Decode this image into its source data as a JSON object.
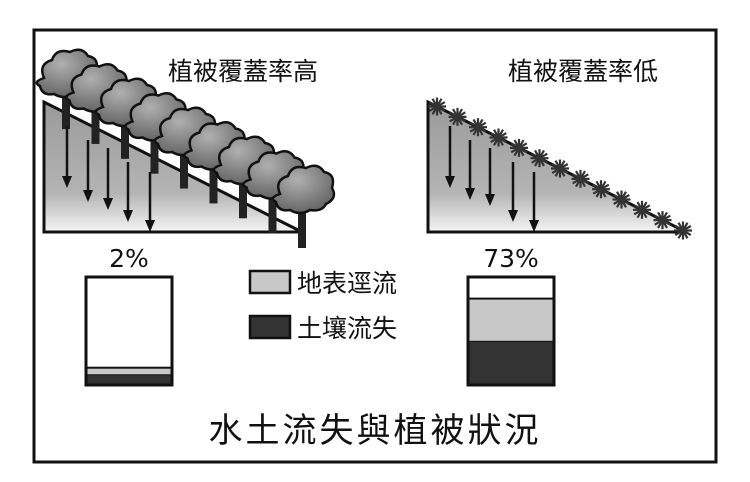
{
  "panels": {
    "high": {
      "label": "植被覆蓋率高",
      "percent_label": "2%",
      "runoff_percent": 2,
      "stack": {
        "surface_runoff": 7,
        "soil_loss": 9
      }
    },
    "low": {
      "label": "植被覆蓋率低",
      "percent_label": "73%",
      "runoff_percent": 73,
      "stack": {
        "surface_runoff": 40,
        "soil_loss": 40
      }
    }
  },
  "legend": [
    {
      "label": "地表逕流",
      "color": "#c8c8c8"
    },
    {
      "label": "土壤流失",
      "color": "#333333"
    }
  ],
  "title": "水土流失與植被狀況"
}
